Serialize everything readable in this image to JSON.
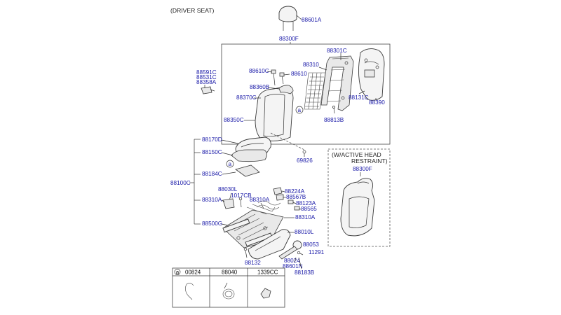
{
  "header": {
    "title": "(DRIVER SEAT)"
  },
  "inset": {
    "title_line1": "(W/ACTIVE HEAD",
    "title_line2": "RESTRAINT)",
    "part": "88300F"
  },
  "legend": {
    "marker": "a",
    "codes": [
      "00824",
      "88040",
      "1339CC"
    ]
  },
  "callouts": {
    "c88601A": "88601A",
    "c88300F": "88300F",
    "c88301C": "88301C",
    "c88310": "88310",
    "c88610C": "88610C",
    "c88610": "88610",
    "c88591C": "88591C",
    "c88531C": "88531C",
    "c88358A": "88358A",
    "c88360B": "88360B",
    "c88370C": "88370C",
    "c88131C": "88131C",
    "c88390": "88390",
    "c88350C": "88350C",
    "c88813B": "88813B",
    "c88170D": "88170D",
    "c88150C": "88150C",
    "c69826": "69826",
    "c88184C": "88184C",
    "c88100C": "88100C",
    "c88030L": "88030L",
    "c1017CB": "1017CB",
    "c88224A": "88224A",
    "c88567B": "88567B",
    "c88310A_left": "88310A",
    "c88310A_mid": "88310A",
    "c88123A": "88123A",
    "c88565": "88565",
    "c88310A_right": "88310A",
    "c88500G": "88500G",
    "c88010L": "88010L",
    "c88053": "88053",
    "c11291": "11291",
    "c88024": "88024",
    "c88601N": "88601N",
    "c88132": "88132",
    "c88183B": "88183B"
  },
  "markers": {
    "a": "a"
  }
}
